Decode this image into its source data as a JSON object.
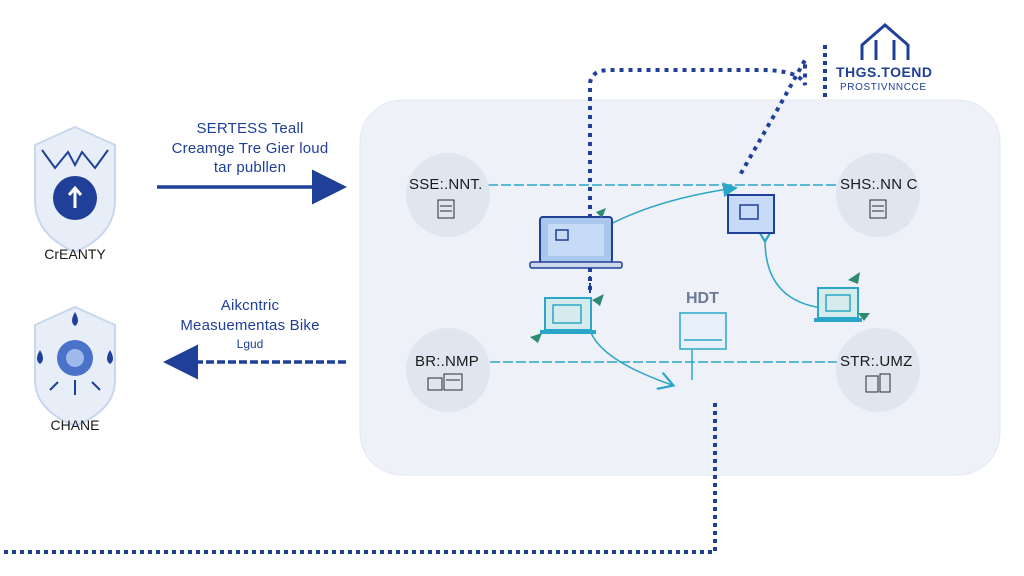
{
  "logo": {
    "title": "THGS.TOEND",
    "subtitle": "PROSTIVNNCCE"
  },
  "left_panel": {
    "top_shield_label": "CrEANTY",
    "bottom_shield_label": "CHANE"
  },
  "flows": {
    "outgoing": [
      "SERTESS Teall",
      "Creamge Tre Gier loud",
      "tar publlen"
    ],
    "incoming": [
      "Aikcntric",
      "Measuementas Bike",
      "Lgud"
    ]
  },
  "network": {
    "nodes": {
      "top_left": "SSE:.NNT.",
      "top_right": "SHS:.NN C",
      "bottom_left": "BR:.NMP",
      "bottom_right": "STR:.UMZ"
    },
    "center_label": "HDT"
  },
  "colors": {
    "primary": "#1f3f99",
    "accent": "#2aa6c8",
    "panel": "#eef2f8",
    "leaf": "#2e8b6e",
    "device": "#d6e6f7"
  }
}
